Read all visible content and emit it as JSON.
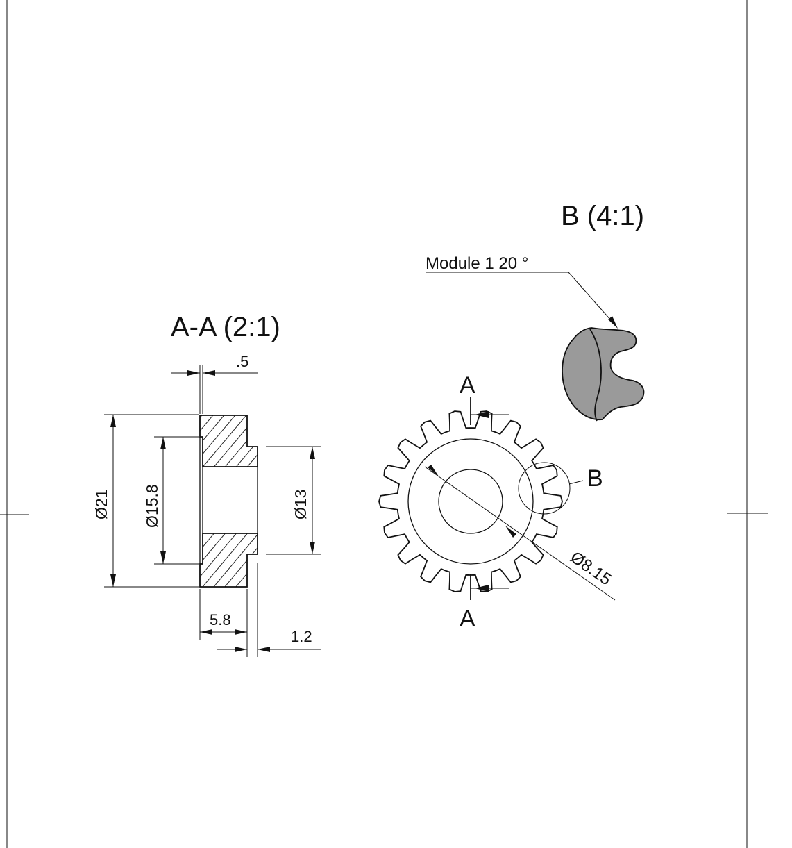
{
  "views": {
    "section_title": "A-A (2:1)",
    "detail_title": "B (4:1)"
  },
  "dimensions": {
    "step_width": ".5",
    "outer_diameter": "Ø21",
    "bore_diameter": "Ø15.8",
    "hub_diameter": "Ø13",
    "flange_thickness": "5.8",
    "hub_length": "1.2",
    "hole_diameter": "Ø8.15"
  },
  "labels": {
    "cut_top": "A",
    "cut_bottom": "A",
    "detail_marker": "B",
    "gear_note": "Module 1  20 °"
  }
}
